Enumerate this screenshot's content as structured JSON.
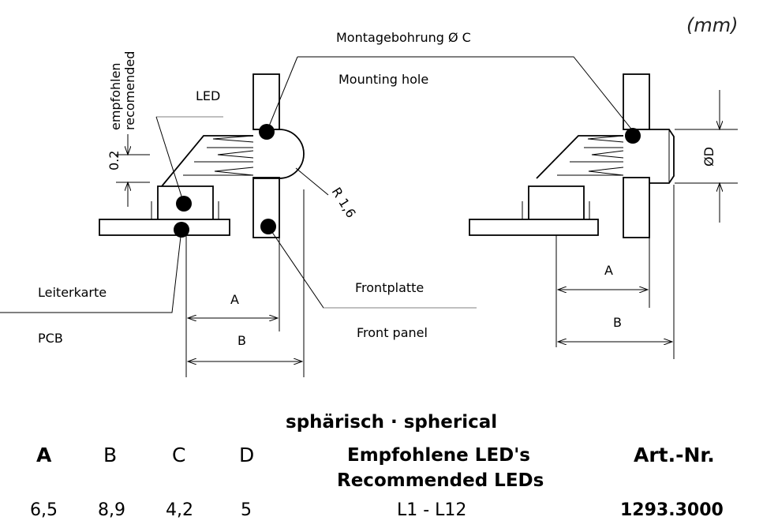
{
  "units": "(mm)",
  "labels": {
    "empfohlen": "empfohlen",
    "recommended": "recomended",
    "led": "LED",
    "montagebohrung": "Montagebohrung Ø C",
    "mounting_hole": "Mounting hole",
    "gap": "0.2",
    "radius": "R 1,6",
    "leiterkarte": "Leiterkarte",
    "pcb": "PCB",
    "frontplatte": "Frontplatte",
    "front_panel": "Front panel",
    "dim_a": "A",
    "dim_b": "B",
    "dim_d": "ØD"
  },
  "table": {
    "title": "sphärisch · spherical",
    "headers": {
      "a": "A",
      "b": "B",
      "c": "C",
      "d": "D",
      "led_de": "Empfohlene LED's",
      "led_en": "Recommended LEDs",
      "art": "Art.-Nr."
    },
    "row": {
      "a": "6,5",
      "b": "8,9",
      "c": "4,2",
      "d": "5",
      "leds": "L1 - L12",
      "art": "1293.3000"
    }
  }
}
